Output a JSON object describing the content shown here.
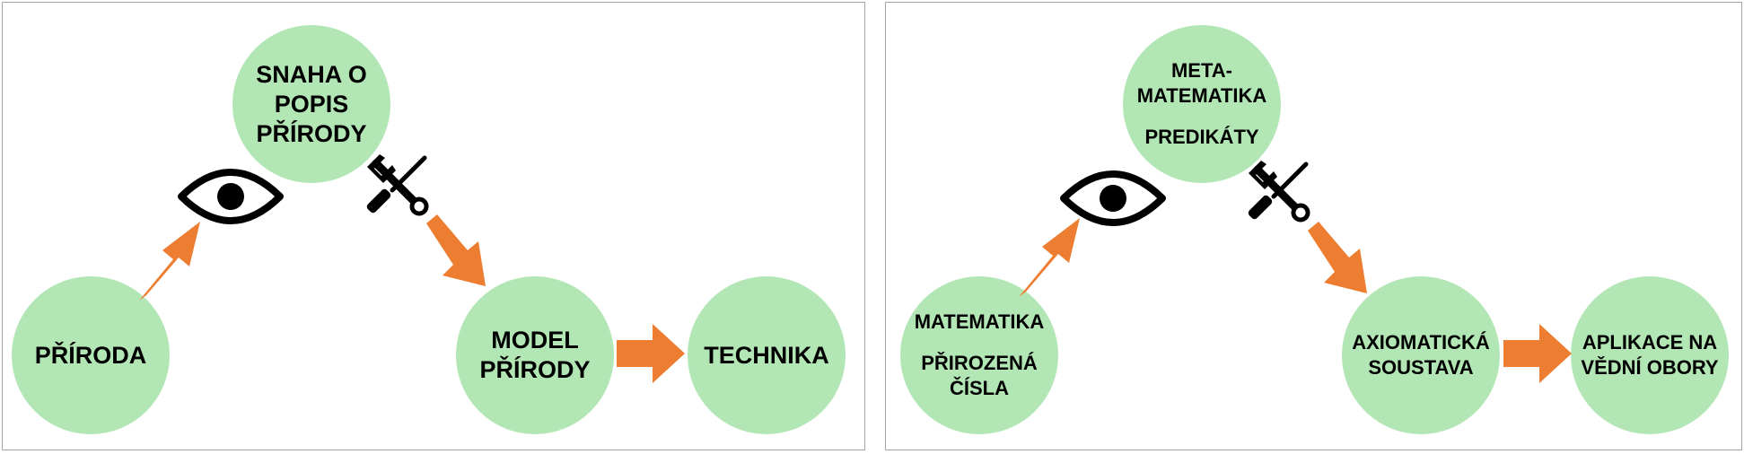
{
  "colors": {
    "node_fill": "#b3e6b5",
    "arrow": "#ed7d31",
    "border": "#a6a6a6"
  },
  "left": {
    "nodes": {
      "top": [
        "SNAHA O",
        "POPIS",
        "PŘÍRODY"
      ],
      "left": "PŘÍRODA",
      "middle": [
        "MODEL",
        "PŘÍRODY"
      ],
      "right": "TECHNIKA"
    },
    "icons": [
      "eye-icon",
      "tools-icon"
    ]
  },
  "right": {
    "nodes": {
      "top": {
        "title": [
          "META-",
          "MATEMATIKA"
        ],
        "subtitle": "PREDIKÁTY"
      },
      "left": {
        "title": "MATEMATIKA",
        "subtitle": [
          "PŘIROZENÁ",
          "ČÍSLA"
        ]
      },
      "middle": [
        "AXIOMATICKÁ",
        "SOUSTAVA"
      ],
      "right": [
        "APLIKACE NA",
        "VĚDNÍ OBORY"
      ]
    },
    "icons": [
      "eye-icon",
      "tools-icon"
    ]
  }
}
